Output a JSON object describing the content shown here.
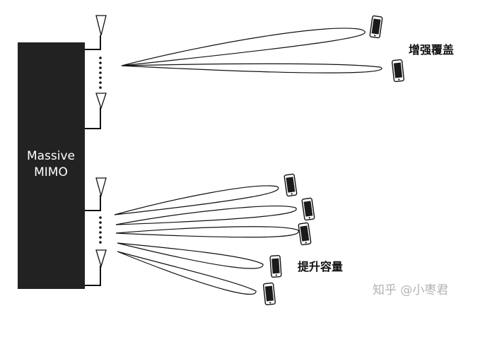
{
  "block": {
    "label_line1": "Massive",
    "label_line2": "MIMO",
    "color": "#222222"
  },
  "captions": {
    "coverage": "增强覆盖",
    "capacity": "提升容量"
  },
  "watermark": {
    "text": "知乎 @小枣君"
  },
  "icons": {
    "antenna": "antenna-icon",
    "phone": "smartphone-icon"
  },
  "colors": {
    "line": "#111111",
    "beam_stroke": "#111111",
    "phone_body": "#ffffff",
    "phone_screen": "#1a1a1a",
    "watermark": "#b3b3b3"
  }
}
